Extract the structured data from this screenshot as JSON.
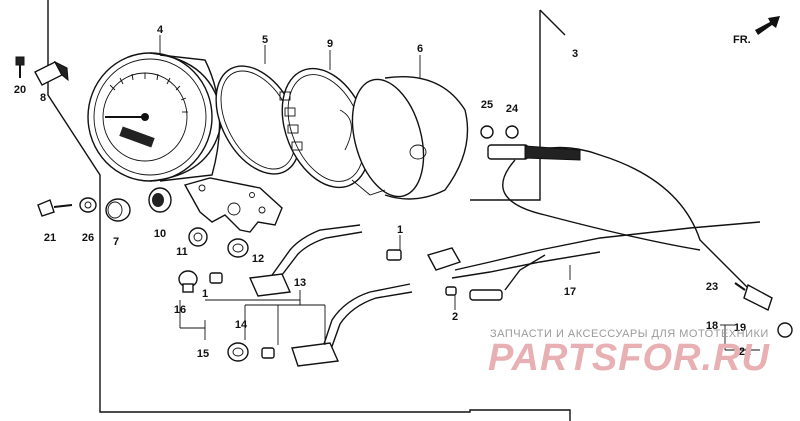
{
  "diagram": {
    "direction_label": "FR.",
    "callouts": [
      "1",
      "2",
      "3",
      "4",
      "5",
      "6",
      "7",
      "8",
      "9",
      "10",
      "11",
      "12",
      "13",
      "14",
      "15",
      "16",
      "17",
      "18",
      "19",
      "20",
      "21",
      "22",
      "23",
      "24",
      "25",
      "26"
    ]
  },
  "watermark": {
    "line1": "ЗАПЧАСТИ И АКСЕССУАРЫ ДЛЯ МОТОТЕХНИКИ",
    "line2": "PARTSFOR.RU"
  }
}
